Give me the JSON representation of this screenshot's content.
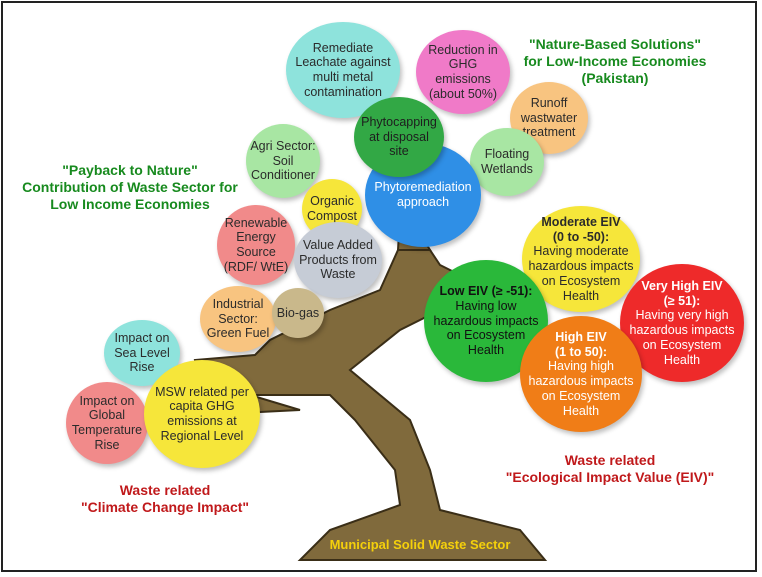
{
  "headings": {
    "nature_based": "\"Nature-Based Solutions\"\nfor Low-Income Economies\n(Pakistan)",
    "payback": "\"Payback to Nature\"\nContribution of Waste Sector for\nLow Income Economies",
    "eiv": "Waste related\n\"Ecological Impact Value (EIV)\"",
    "climate": "Waste related\n\"Climate Change Impact\""
  },
  "base_label": "Municipal Solid Waste Sector",
  "bubbles": {
    "remediate": "Remediate\nLeachate against\nmulti metal\ncontamination",
    "reduction": "Reduction in\nGHG\nemissions\n(about 50%)",
    "runoff": "Runoff\nwastwater\ntreatment",
    "phytocapping": "Phytocapping\nat disposal\nsite",
    "floating": "Floating\nWetlands",
    "phytoremediation": "Phytoremediation\napproach",
    "agri": "Agri Sector:\nSoil\nConditioner",
    "organic": "Organic\nCompost",
    "renewable": "Renewable\nEnergy\nSource\n(RDF/ WtE)",
    "value_added": "Value Added\nProducts from\nWaste",
    "industrial": "Industrial\nSector:\nGreen Fuel",
    "biogas": "Bio-gas",
    "sea_level": "Impact on\nSea Level\nRise",
    "global_temp": "Impact on\nGlobal\nTemperature\nRise",
    "msw_ghg": "MSW related per\ncapita GHG\nemissions at\nRegional Level",
    "moderate_title": "Moderate EIV\n(0 to -50):",
    "moderate_desc": "Having moderate\nhazardous impacts\non Ecosystem\nHealth",
    "low_title": "Low EIV (≥ -51):",
    "low_desc": "Having low\nhazardous impacts\non Ecosystem\nHealth",
    "veryhigh_title": "Very High EIV\n(≥ 51):",
    "veryhigh_desc": "Having very high\nhazardous impacts\non Ecosystem\nHealth",
    "high_title": "High EIV\n(1 to 50):",
    "high_desc": "Having high\nhazardous impacts\non Ecosystem\nHealth"
  },
  "colors": {
    "trunk": "#806a3c",
    "trunk_edge": "#3a2e17",
    "heading_green": "#178a1e",
    "heading_red": "#c0191b",
    "base_text": "#f4d00b",
    "cyan": "#8ee3dc",
    "pink": "#f07ac8",
    "peach": "#f8c480",
    "dark_green": "#32a845",
    "light_green": "#a8e6a3",
    "blue": "#2f8fe6",
    "yellow": "#f6e63a",
    "salmon": "#f18a8a",
    "grey": "#c6ccd6",
    "tan": "#c9b88b",
    "bright_green": "#2ab83a",
    "red": "#ee2a2a",
    "orange": "#f07d17"
  }
}
